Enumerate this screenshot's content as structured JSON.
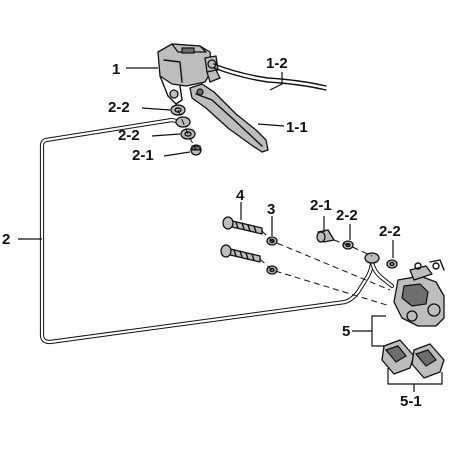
{
  "labels": {
    "master_cylinder": "1",
    "hose": "1-2",
    "lever": "1-1",
    "washer_top_1": "2-2",
    "washer_top_2": "2-2",
    "bolt_top": "2-1",
    "brake_hose": "2",
    "bolt_4": "4",
    "washer_3": "3",
    "bolt_caliper": "2-1",
    "washer_caliper_1": "2-2",
    "washer_caliper_2": "2-2",
    "caliper": "5",
    "brake_pads": "5-1"
  },
  "colors": {
    "line": "#111111",
    "part_fill": "#bdbdbd",
    "part_dark": "#6e6e6e",
    "background": "#ffffff"
  }
}
